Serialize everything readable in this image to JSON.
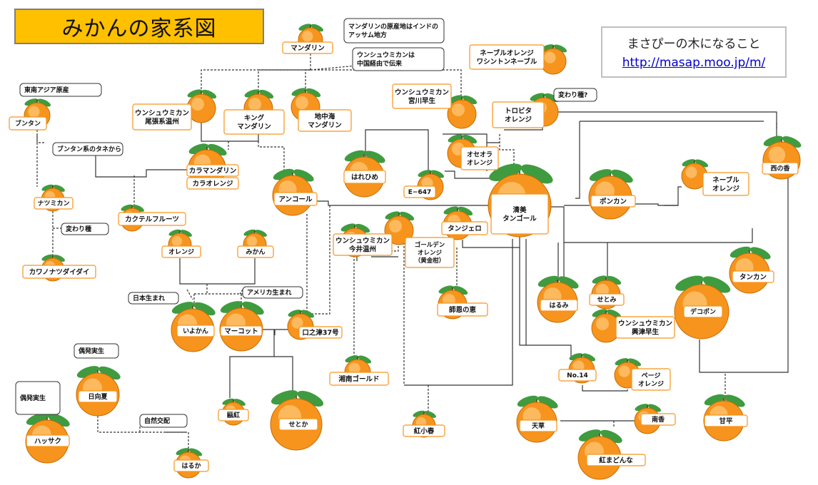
{
  "title": "みかんの家系図",
  "site": {
    "name": "まさぴーの木になること",
    "url": "http://masap.moo.jp/m/"
  },
  "colors": {
    "title_bg": "#ffc000",
    "fruit": "#f7941d",
    "fruit_light": "#fdc97a",
    "leaf": "#3f9b3f",
    "line": "#333333"
  },
  "varieties": [
    {
      "id": "mandarin",
      "name": "マンダリン"
    },
    {
      "id": "buntan",
      "name": "ブンタン"
    },
    {
      "id": "unshu_owari",
      "name": "ウンシュウミカン\n尾張系温州"
    },
    {
      "id": "king",
      "name": "キング\nマンダリン"
    },
    {
      "id": "med",
      "name": "地中海\nマンダリン"
    },
    {
      "id": "karaman",
      "name": "カラマンダリン"
    },
    {
      "id": "kara",
      "name": "カラオレンジ"
    },
    {
      "id": "natsumikan",
      "name": "ナツミカン"
    },
    {
      "id": "kawano",
      "name": "カワノナツダイダイ"
    },
    {
      "id": "cocktail",
      "name": "カクテルフルーツ"
    },
    {
      "id": "orange",
      "name": "オレンジ"
    },
    {
      "id": "mikan",
      "name": "みかん"
    },
    {
      "id": "iyokan",
      "name": "いよかん"
    },
    {
      "id": "murcott",
      "name": "マーコット"
    },
    {
      "id": "kuchinotsu",
      "name": "口之津37号"
    },
    {
      "id": "ankor",
      "name": "アンコール"
    },
    {
      "id": "harehime",
      "name": "はれひめ"
    },
    {
      "id": "e647",
      "name": "E−647"
    },
    {
      "id": "osceola",
      "name": "オセオラ\nオレンジ"
    },
    {
      "id": "unshu_miyagawa",
      "name": "ウンシュウミカン\n宮川早生"
    },
    {
      "id": "navel_wash",
      "name": "ネーブルオレンジ\nワシントンネーブル"
    },
    {
      "id": "trovita",
      "name": "トロビタ\nオレンジ"
    },
    {
      "id": "kiyomi",
      "name": "清美\nタンゴール"
    },
    {
      "id": "tangelo",
      "name": "タンジェロ"
    },
    {
      "id": "unshu_imai",
      "name": "ウンシュウミカン\n今井温州"
    },
    {
      "id": "golden",
      "name": "ゴールデン\nオレンジ\n（黄金柑）"
    },
    {
      "id": "shiranui_megumi",
      "name": "師恩の恵"
    },
    {
      "id": "shonan",
      "name": "湘南ゴールド"
    },
    {
      "id": "ponkan",
      "name": "ポンカン"
    },
    {
      "id": "navel",
      "name": "ネーブル\nオレンジ"
    },
    {
      "id": "nishinokaori",
      "name": "西の香"
    },
    {
      "id": "tankan",
      "name": "タンカン"
    },
    {
      "id": "harumi",
      "name": "はるみ"
    },
    {
      "id": "setomi",
      "name": "せとみ"
    },
    {
      "id": "unshu_okitsu",
      "name": "ウンシュウミカン\n興津早生"
    },
    {
      "id": "dekopon",
      "name": "デコポン"
    },
    {
      "id": "no14",
      "name": "No.14"
    },
    {
      "id": "page",
      "name": "ページ\nオレンジ"
    },
    {
      "id": "tensou",
      "name": "天草"
    },
    {
      "id": "nanka",
      "name": "南香"
    },
    {
      "id": "kanpei",
      "name": "甘平"
    },
    {
      "id": "benimadonna",
      "name": "紅まどんな"
    },
    {
      "id": "beniharu",
      "name": "紅小春"
    },
    {
      "id": "setoka",
      "name": "せとか"
    },
    {
      "id": "kanbeni",
      "name": "甌紅"
    },
    {
      "id": "hyuganatsu",
      "name": "日向夏"
    },
    {
      "id": "hassaku",
      "name": "ハッサク"
    },
    {
      "id": "haruka",
      "name": "はるか"
    }
  ],
  "notes": [
    {
      "id": "n_mandarin_origin",
      "text": "マンダリンの原産地はインドの\nアッサム地方"
    },
    {
      "id": "n_unshu_route",
      "text": "ウンシュウミカンは\n中国経由で伝来"
    },
    {
      "id": "n_sea",
      "text": "東南アジア原産"
    },
    {
      "id": "n_buntan_seed",
      "text": "ブンタン系のタネから"
    },
    {
      "id": "n_mutation1",
      "text": "変わり種"
    },
    {
      "id": "n_mutation2",
      "text": "変わり種?"
    },
    {
      "id": "n_japan",
      "text": "日本生まれ"
    },
    {
      "id": "n_america",
      "text": "アメリカ生まれ"
    },
    {
      "id": "n_chance1",
      "text": "偶発実生"
    },
    {
      "id": "n_chance2",
      "text": "偶発実生"
    },
    {
      "id": "n_natural",
      "text": "自然交配"
    }
  ]
}
